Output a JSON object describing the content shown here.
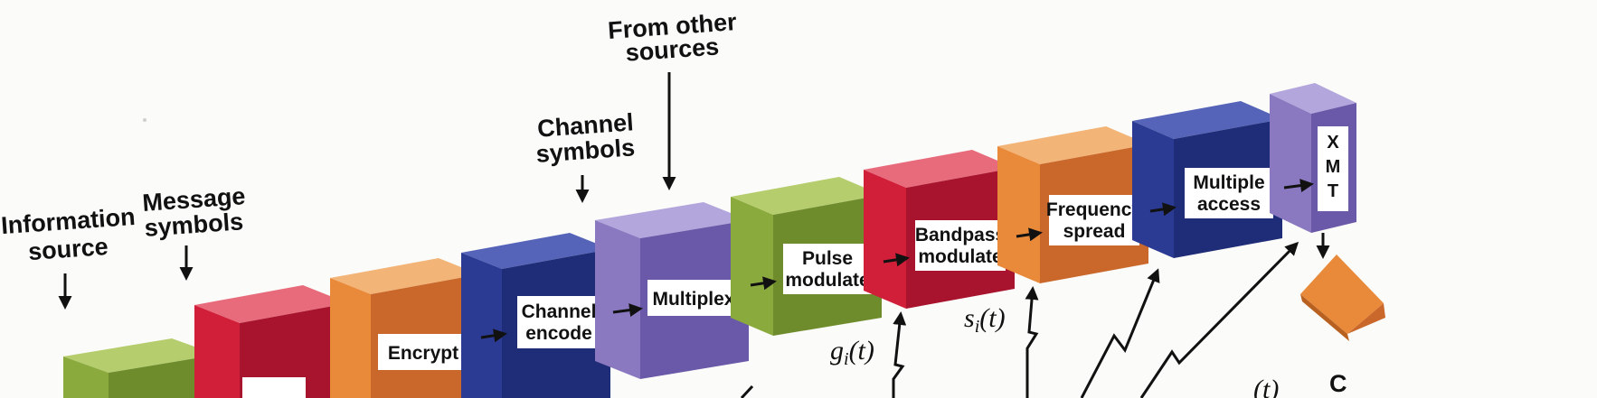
{
  "labels": {
    "information_source": [
      "Information",
      "source"
    ],
    "message_symbols": [
      "Message",
      "symbols"
    ],
    "channel_symbols": [
      "Channel",
      "symbols"
    ],
    "from_other_sources": [
      "From other",
      "sources"
    ]
  },
  "blocks": {
    "encrypt": [
      "Encrypt"
    ],
    "channel_encode": [
      "Channel",
      "encode"
    ],
    "multiplex": [
      "Multiplex"
    ],
    "pulse_modulate": [
      "Pulse",
      "modulate"
    ],
    "bandpass_modulate": [
      "Bandpass",
      "modulate"
    ],
    "frequency_spread": [
      "Frequency",
      "spread"
    ],
    "multiple_access": [
      "Multiple",
      "access"
    ],
    "xmt": [
      "X",
      "M",
      "T"
    ]
  },
  "signals": {
    "gi": "g",
    "gi_sub": "i",
    "gi_arg": "(t)",
    "si": "s",
    "si_sub": "i",
    "si_arg": "(t)",
    "right_partial": "(t)",
    "channel_letter": "C"
  },
  "colors": {
    "green": "#8aaa3e",
    "red": "#d11f3a",
    "orange": "#e88a3a",
    "blue": "#2b3a93",
    "purple": "#8a78c0",
    "label_bg": "#ffffff",
    "text": "#111111"
  }
}
